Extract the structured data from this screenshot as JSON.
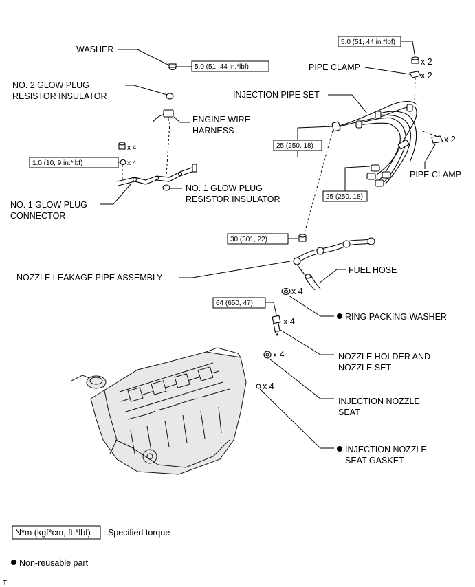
{
  "labels": {
    "washer": "WASHER",
    "glow_insulator_2_l1": "NO. 2 GLOW PLUG",
    "glow_insulator_2_l2": "RESISTOR INSULATOR",
    "engine_wire_l1": "ENGINE WIRE",
    "engine_wire_l2": "HARNESS",
    "glow_insulator_1_l1": "NO. 1 GLOW PLUG",
    "glow_insulator_1_l2": "RESISTOR INSULATOR",
    "glow_connector_l1": "NO. 1 GLOW PLUG",
    "glow_connector_l2": "CONNECTOR",
    "pipe_clamp_top": "PIPE CLAMP",
    "injection_pipe_set": "INJECTION PIPE SET",
    "pipe_clamp_right": "PIPE CLAMP",
    "nozzle_leakage_pipe": "NOZZLE LEAKAGE PIPE ASSEMBLY",
    "fuel_hose": "FUEL HOSE",
    "ring_packing_washer": "RING PACKING WASHER",
    "nozzle_holder_l1": "NOZZLE HOLDER AND",
    "nozzle_holder_l2": "NOZZLE SET",
    "injection_nozzle_seat_l1": "INJECTION NOZZLE",
    "injection_nozzle_seat_l2": "SEAT",
    "injection_nozzle_gasket_l1": "INJECTION NOZZLE",
    "injection_nozzle_gasket_l2": "SEAT GASKET"
  },
  "torques": {
    "washer_nut": "5.0 (51, 44 in.*lbf)",
    "pipe_clamp_nut": "5.0 (51, 44 in.*lbf)",
    "glow_connector_nut": "1.0 (10, 9 in.*lbf)",
    "injection_pipe_left": "25 (250, 18)",
    "injection_pipe_right": "25 (250, 18)",
    "leakage_pipe_nut": "30 (301, 22)",
    "nozzle_holder": "64 (650, 47)"
  },
  "quantities": {
    "pipe_clamp_nut": "x 2",
    "pipe_clamp_top": "x 2",
    "pipe_clamp_right": "x 2",
    "glow_nut_upper": "x 4",
    "glow_nut_lower": "x 4",
    "ring_packing_washer": "x 4",
    "nozzle_holder": "x 4",
    "injection_nozzle_seat": "x 4",
    "injection_nozzle_gasket": "x 4"
  },
  "legend": {
    "torque_box": "N*m (kgf*cm, ft.*lbf)",
    "torque_text": ": Specified torque",
    "non_reusable": "Non-reusable part"
  },
  "footer": {
    "mark": "T"
  }
}
